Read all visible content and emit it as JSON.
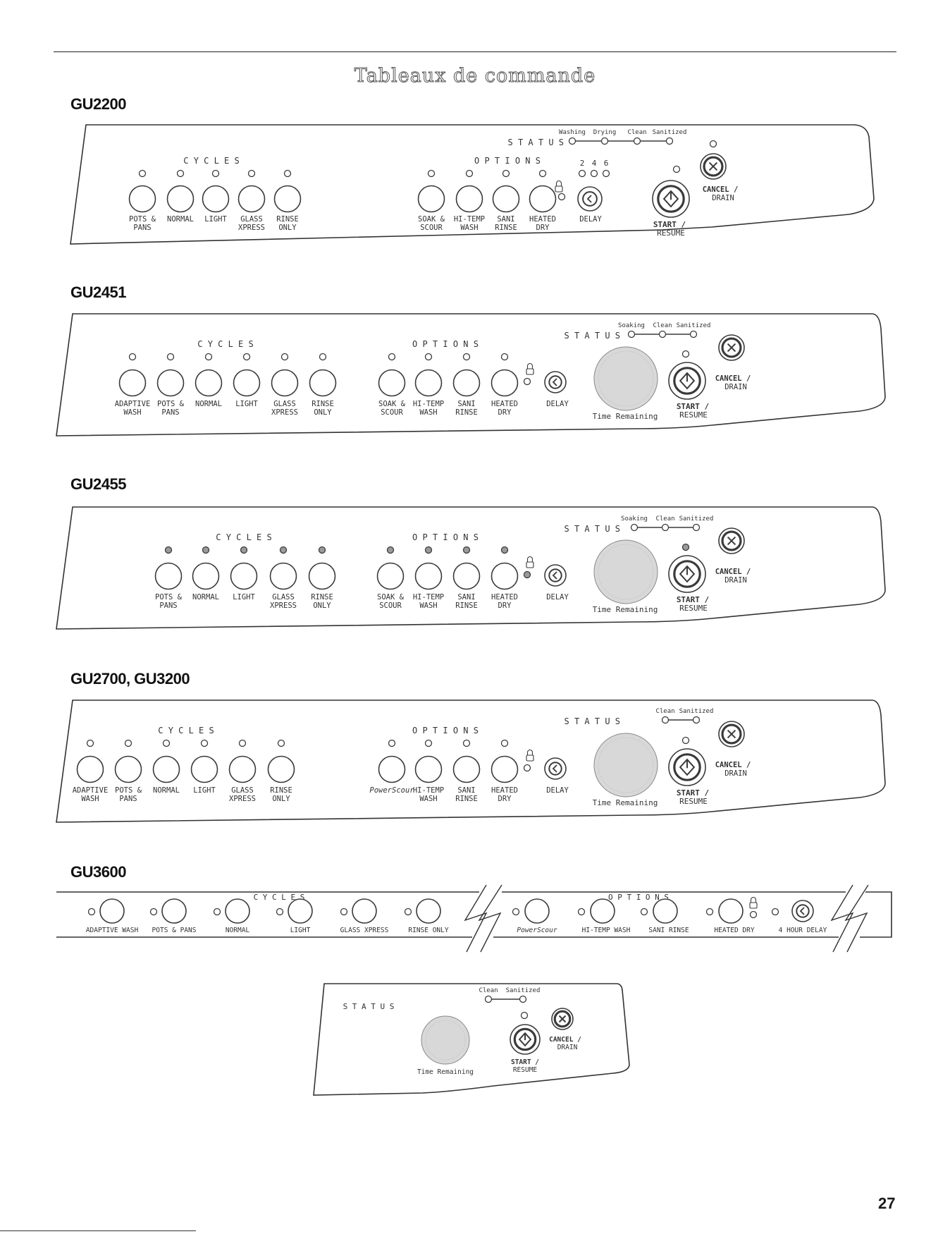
{
  "page": {
    "title": "Tableaux de commande",
    "number": "27"
  },
  "icons": {
    "cancel": "cancel-x-icon",
    "start": "start-resume-icon",
    "delay": "delay-clock-icon",
    "lock": "lock-icon",
    "dial": "time-remaining-dial-icon"
  },
  "colors": {
    "line": "#3a3a3a",
    "text": "#333333",
    "dial": "#d8d8d8"
  },
  "labels": {
    "cycles": "C Y C L E S",
    "options": "O P T I O N S",
    "status": "S T A T U S",
    "start": "START /",
    "resume": "RESUME",
    "cancel": "CANCEL /",
    "drain": "DRAIN",
    "delay": "DELAY",
    "time_remaining": "Time Remaining",
    "delay_hours": [
      "2",
      "4",
      "6"
    ],
    "status_gu2200": [
      "Washing",
      "Drying",
      "Clean",
      "Sanitized"
    ],
    "status_soak": [
      "Soaking",
      "Clean",
      "Sanitized"
    ],
    "status_clean": [
      "Clean",
      "Sanitized"
    ]
  },
  "panels": [
    {
      "model": "GU2200",
      "cycles": [
        [
          "POTS &",
          "PANS"
        ],
        [
          "NORMAL",
          ""
        ],
        [
          "LIGHT",
          ""
        ],
        [
          "GLASS",
          "XPRESS"
        ],
        [
          "RINSE",
          "ONLY"
        ]
      ],
      "options": [
        [
          "SOAK &",
          "SCOUR"
        ],
        [
          "HI-TEMP",
          "WASH"
        ],
        [
          "SANI",
          "RINSE"
        ],
        [
          "HEATED",
          "DRY"
        ]
      ]
    },
    {
      "model": "GU2451",
      "cycles": [
        [
          "ADAPTIVE",
          "WASH"
        ],
        [
          "POTS &",
          "PANS"
        ],
        [
          "NORMAL",
          ""
        ],
        [
          "LIGHT",
          ""
        ],
        [
          "GLASS",
          "XPRESS"
        ],
        [
          "RINSE",
          "ONLY"
        ]
      ],
      "options": [
        [
          "SOAK &",
          "SCOUR"
        ],
        [
          "HI-TEMP",
          "WASH"
        ],
        [
          "SANI",
          "RINSE"
        ],
        [
          "HEATED",
          "DRY"
        ]
      ]
    },
    {
      "model": "GU2455",
      "cycles": [
        [
          "POTS &",
          "PANS"
        ],
        [
          "NORMAL",
          ""
        ],
        [
          "LIGHT",
          ""
        ],
        [
          "GLASS",
          "XPRESS"
        ],
        [
          "RINSE",
          "ONLY"
        ]
      ],
      "options": [
        [
          "SOAK &",
          "SCOUR"
        ],
        [
          "HI-TEMP",
          "WASH"
        ],
        [
          "SANI",
          "RINSE"
        ],
        [
          "HEATED",
          "DRY"
        ]
      ]
    },
    {
      "model": "GU2700, GU3200",
      "cycles": [
        [
          "ADAPTIVE",
          "WASH"
        ],
        [
          "POTS &",
          "PANS"
        ],
        [
          "NORMAL",
          ""
        ],
        [
          "LIGHT",
          ""
        ],
        [
          "GLASS",
          "XPRESS"
        ],
        [
          "RINSE",
          "ONLY"
        ]
      ],
      "options": [
        [
          "PowerScour",
          ""
        ],
        [
          "HI-TEMP",
          "WASH"
        ],
        [
          "SANI",
          "RINSE"
        ],
        [
          "HEATED",
          "DRY"
        ]
      ]
    },
    {
      "model": "GU3600",
      "cycles": [
        "ADAPTIVE WASH",
        "POTS & PANS",
        "NORMAL",
        "LIGHT",
        "GLASS XPRESS",
        "RINSE ONLY"
      ],
      "options": [
        "PowerScour",
        "HI-TEMP WASH",
        "SANI RINSE",
        "HEATED DRY",
        "4 HOUR DELAY"
      ]
    }
  ]
}
